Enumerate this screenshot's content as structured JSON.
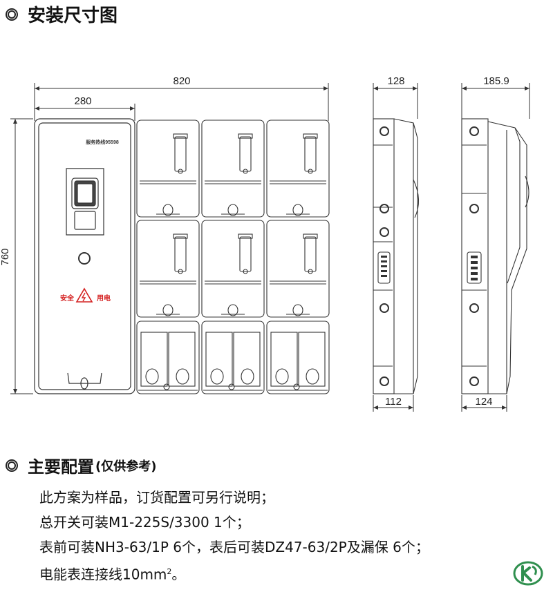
{
  "install_section": {
    "title": "安装尺寸图"
  },
  "dimensions": {
    "total_width": "820",
    "left_panel_width": "280",
    "height": "760",
    "side_depth": "128",
    "side_base": "112",
    "back_depth": "185.9",
    "back_base": "124"
  },
  "drawing_labels": {
    "hotline": "服务热线95598",
    "safety_left": "安全",
    "safety_right": "用电"
  },
  "config_section": {
    "title": "主要配置",
    "note": "(仅供参考)",
    "lines": [
      "此方案为样品，订货配置可另行说明；",
      "总开关可装M1-225S/3300  1个；",
      "表前可装NH3-63/1P  6个，表后可装DZ47-63/2P及漏保  6个；"
    ],
    "last_line": {
      "text": "电能表连接线10mm",
      "sup": "2",
      "suffix": "。"
    }
  },
  "colors": {
    "line": "#333333",
    "accent": "#d42020",
    "logo": "#2f8f4e"
  }
}
